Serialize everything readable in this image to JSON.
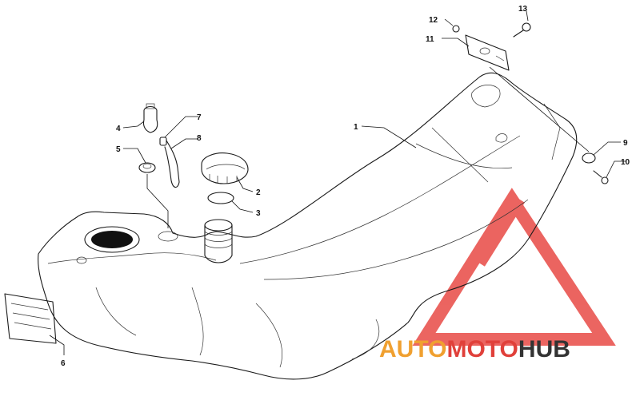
{
  "callouts": {
    "c1": "1",
    "c2": "2",
    "c3": "3",
    "c4": "4",
    "c5": "5",
    "c6": "6",
    "c7": "7",
    "c8": "8",
    "c9": "9",
    "c10": "10",
    "c11": "11",
    "c12": "12",
    "c13": "13"
  },
  "watermark": {
    "part1": "AUTO",
    "part2": "MOTO",
    "part3": "HUB",
    "colors": {
      "auto": "#f0a030",
      "moto": "#e0403a",
      "hub": "#333333",
      "triangle": "#e84a45"
    }
  }
}
